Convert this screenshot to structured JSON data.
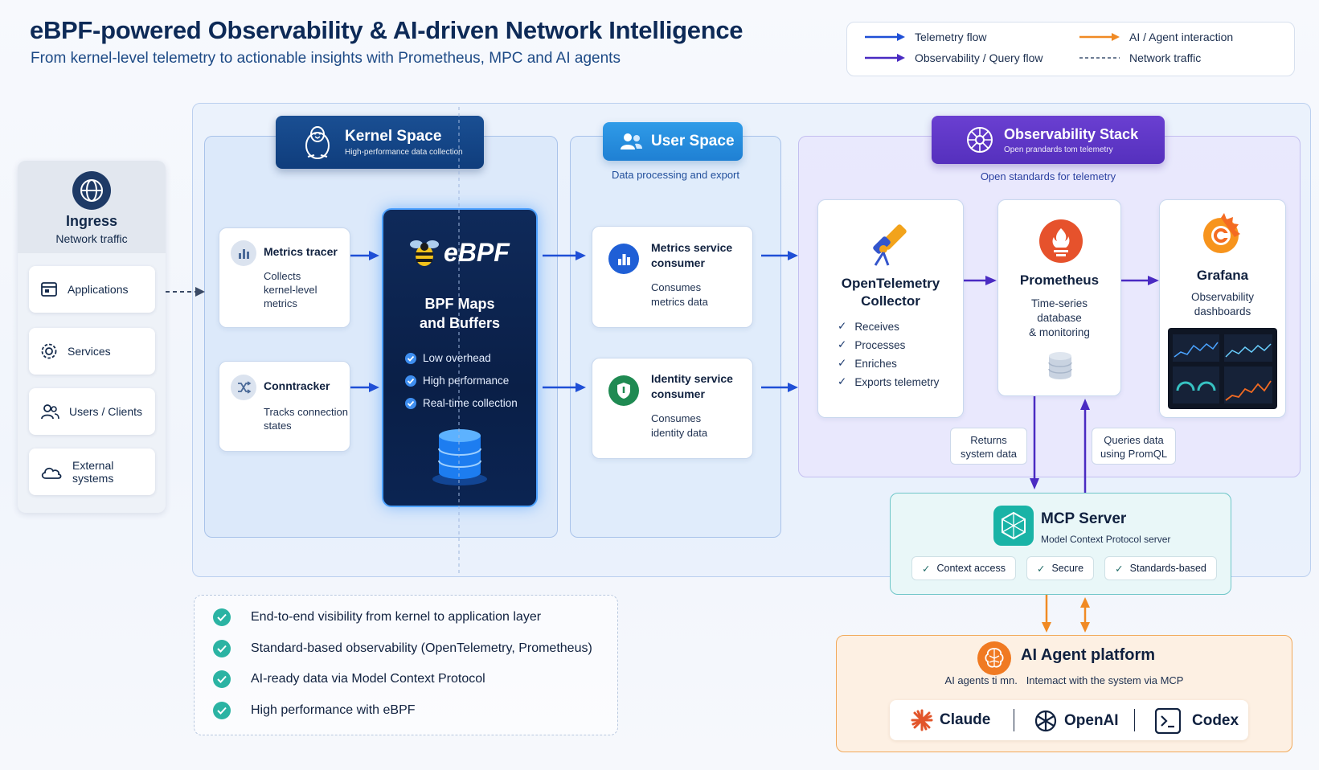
{
  "header": {
    "title": "eBPF-powered Observability & AI-driven Network Intelligence",
    "subtitle": "From kernel-level telemetry to actionable insights with Prometheus, MPC and AI agents"
  },
  "legend": {
    "telemetry": "Telemetry flow",
    "observability": "Observability / Query flow",
    "ai": "AI / Agent interaction",
    "network": "Network traffic"
  },
  "colors": {
    "telemetry": "#1f4fd6",
    "observability": "#4a2bc2",
    "ai": "#f08a24",
    "network": "#5a6b85"
  },
  "ingress": {
    "title": "Ingress",
    "subtitle": "Network traffic",
    "items": [
      "Applications",
      "Services",
      "Users / Clients",
      "External systems"
    ]
  },
  "kernel": {
    "title": "Kernel Space",
    "subtitle": "High-performance data collection",
    "metrics_tracer": {
      "title": "Metrics tracer",
      "text": [
        "Collects",
        "kernel-level",
        "metrics"
      ]
    },
    "conntracker": {
      "title": "Conntracker",
      "text": [
        "Tracks connection",
        "states"
      ]
    },
    "ebpf": {
      "logo": "eBPF",
      "title_line1": "BPF Maps",
      "title_line2": "and Buffers",
      "features": [
        "Low overhead",
        "High performance",
        "Real-time collection"
      ]
    }
  },
  "user": {
    "title": "User Space",
    "caption": "Data processing and export",
    "metrics_consumer": {
      "title_line1": "Metrics service",
      "title_line2": "consumer",
      "text": [
        "Consumes",
        "metrics data"
      ]
    },
    "identity_consumer": {
      "title_line1": "Identity service",
      "title_line2": "consumer",
      "text": [
        "Consumes",
        "identity data"
      ]
    }
  },
  "obs": {
    "title": "Observability Stack",
    "subtitle": "Open prandards tom telemetry",
    "caption": "Open standards for telemetry",
    "otel": {
      "title_line1": "OpenTelemetry",
      "title_line2": "Collector",
      "checks": [
        "Receives",
        "Processes",
        "Enriches",
        "Exports telemetry"
      ]
    },
    "prometheus": {
      "title": "Prometheus",
      "text": [
        "Time-series",
        "database",
        "& monitoring"
      ]
    },
    "grafana": {
      "title": "Grafana",
      "text": [
        "Observability",
        "dashboards"
      ]
    },
    "returns": [
      "Returns",
      "system data"
    ],
    "queries": [
      "Queries data",
      "using PromQL"
    ]
  },
  "mcp": {
    "title": "MCP Server",
    "subtitle": "Model Context Protocol server",
    "pills": [
      "Context access",
      "Secure",
      "Standards-based"
    ]
  },
  "ai": {
    "title": "AI Agent platform",
    "subtitle": "AI agents ti mn.   Intemact with the system via MCP",
    "logos": [
      "Claude",
      "OpenAI",
      "Codex"
    ]
  },
  "benefits": [
    "End-to-end visibility from kernel to application layer",
    "Standard-based observability (OpenTelemetry, Prometheus)",
    "AI-ready data via Model Context Protocol",
    "High performance with eBPF"
  ]
}
